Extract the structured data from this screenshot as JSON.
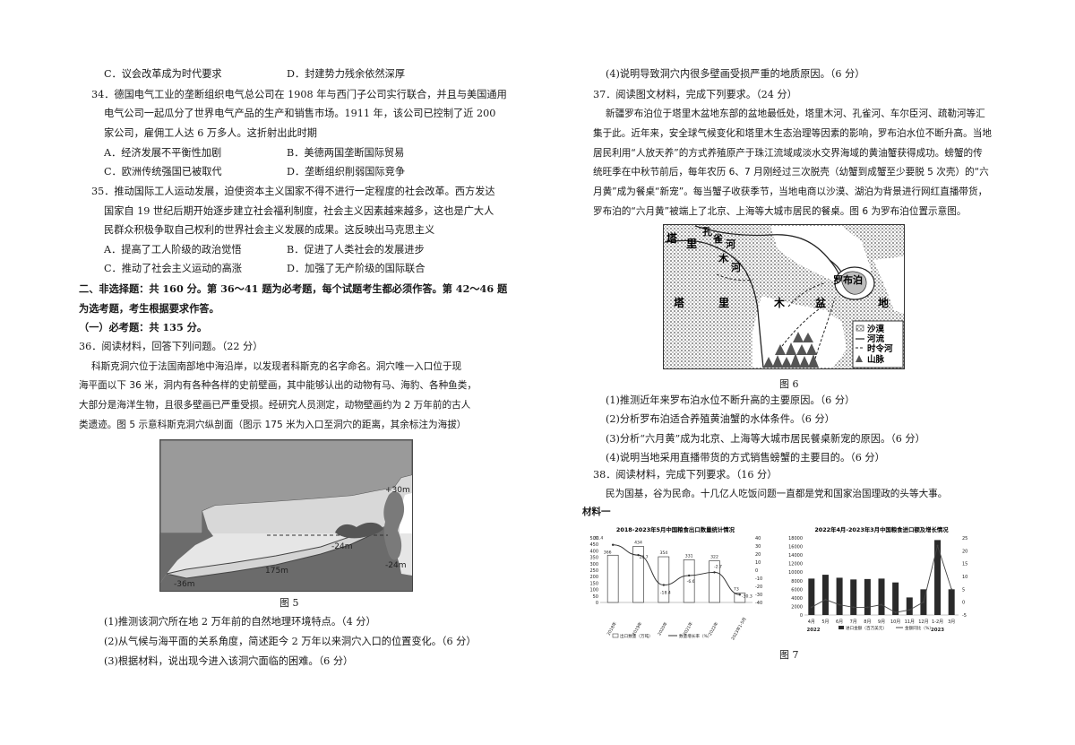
{
  "left": {
    "l1": "C．议会改革成为时代要求",
    "l1b": "D．封建势力残余依然深厚",
    "q34a": "34．德国电气工业的垄断组织电气总公司在 1908 年与西门子公司实行联合，并且与美国通用",
    "q34b": "电气公司一起瓜分了世界电气产品的生产和销售市场。1911 年，该公司已控制了近 200",
    "q34c": "家公司，雇佣工人达 6 万多人。这折射出此时期",
    "q34A": "A．经济发展不平衡性加剧",
    "q34B": "B．美德两国垄断国际贸易",
    "q34C": "C．欧洲传统强国已被取代",
    "q34D": "D．垄断组织削弱国际竞争",
    "q35a": "35．推动国际工人运动发展，迫使资本主义国家不得不进行一定程度的社会改革。西方发达",
    "q35b": "国家自 19 世纪后期开始逐步建立社会福利制度，社会主义因素越来越多，这也是广大人",
    "q35c": "民群众积极争取自己权利的世界社会主义发展的成果。这反映出马克思主义",
    "q35A": "A．提高了工人阶级的政治觉悟",
    "q35B": "B．促进了人类社会的发展进步",
    "q35C": "C．推动了社会主义运动的高涨",
    "q35D": "D．加强了无产阶级的国际联合",
    "sec2a": "二、非选择题：共 160 分。第 36～41 题为必考题，每个试题考生都必须作答。第 42～46 题",
    "sec2b": "为选考题，考生根据要求作答。",
    "sub1": "（一）必考题：共 135 分。",
    "q36": "36．阅读材料，回答下列问题。（22 分）",
    "m36a": "科斯克洞穴位于法国南部地中海沿岸，以发现者科斯克的名字命名。洞穴唯一入口位于现",
    "m36b": "海平面以下 36 米，洞内有各种各样的史前壁画，其中能够认出的动物有马、海豹、各种鱼类，",
    "m36c": "大部分是海洋生物，且很多壁画已严重受损。经研究人员测定，动物壁画约为 2 万年前的古人",
    "m36d": "类遗迹。图 5 示意科斯克洞穴纵剖面（图示 175 米为入口至洞穴的距离，其余标注为海拔）",
    "fig5": "图 5",
    "q36_1": "(1)推测该洞穴所在地 2 万年前的自然地理环境特点。（4 分）",
    "q36_2": "(2)从气候与海平面的关系角度，简述距今 2 万年以来洞穴入口的位置变化。（6 分）",
    "q36_3": "(3)根据材料，说出现今进入该洞穴面临的困难。（6 分）",
    "cave": {
      "p30": "+30m",
      "m24a": "-24m",
      "m24b": "-24m",
      "d175": "175m",
      "m36": "-36m"
    }
  },
  "right": {
    "q36_4": "(4)说明导致洞穴内很多壁画受损严重的地质原因。（6 分）",
    "q37": "37．阅读图文材料，完成下列要求。（24 分）",
    "m37a": "新疆罗布泊位于塔里木盆地东部的盆地最低处，塔里木河、孔雀河、车尔臣河、疏勒河等汇",
    "m37b": "集于此。近年来，安全球气候变化和塔里木生态治理等因素的影响，罗布泊水位不断升高。当地",
    "m37c": "居民利用“人放天养”的方式养殖原产于珠江流域咸淡水交界海域的黄油蟹获得成功。螃蟹的传",
    "m37d": "统旺季在中秋节前后，每年农历 6、7 月刚经过三次脱壳（幼蟹到成蟹至少要脱 5 次壳）的“六",
    "m37e": "月黄”成为餐桌“新宠”。每当蟹子收获季节，当地电商以沙漠、湖泊为背景进行网红直播带货，",
    "m37f": "罗布泊的“六月黄”被端上了北京、上海等大城市居民的餐桌。图 6 为罗布泊位置示意图。",
    "fig6": "图 6",
    "q37_1": "(1)推测近年来罗布泊水位不断升高的主要原因。（6 分）",
    "q37_2": "(2)分析罗布泊适合养殖黄油蟹的水体条件。（6 分）",
    "q37_3": "(3)分析“六月黄”成为北京、上海等大城市居民餐桌新宠的原因。（6 分）",
    "q37_4": "(4)说明当地采用直播带货的方式销售螃蟹的主要目的。（6 分）",
    "q38": "38．阅读材料，完成下列要求。（16 分）",
    "m38": "民为国基，谷为民命。十几亿人吃饭问题一直都是党和国家治国理政的头等大事。",
    "mat1": "材料一",
    "fig7": "图 7",
    "map": {
      "ta": "塔",
      "li": "里",
      "kong": "孔",
      "que": "雀",
      "he": "河",
      "mu": "木",
      "he2": "河",
      "luobu": "罗布泊",
      "ta2": "塔",
      "li2": "里",
      "mu2": "木",
      "pen": "盆",
      "di": "地",
      "leg1": "沙漠",
      "leg2": "河流",
      "leg3": "时令河",
      "leg4": "山脉"
    }
  },
  "chart_data": [
    {
      "type": "bar",
      "title": "2018-2023年5月中国粮食出口数量统计情况",
      "categories": [
        "2018年",
        "2019年",
        "2020年",
        "2021年",
        "2022年",
        "2023年1-5月"
      ],
      "series": [
        {
          "name": "出口数量（万吨）",
          "values": [
            366,
            434,
            354,
            331,
            322,
            73
          ]
        },
        {
          "name": "数量增长率（%）",
          "values": [
            31.4,
            18.7,
            -18.4,
            -6.6,
            -2.7,
            -30.3
          ]
        }
      ],
      "ylim": [
        0,
        500
      ],
      "y2lim": [
        -40,
        40
      ],
      "yticks": [
        "500",
        "450",
        "400",
        "350",
        "300",
        "250",
        "200",
        "150",
        "100",
        "50",
        "0"
      ],
      "y2ticks": [
        "40",
        "30",
        "20",
        "10",
        "0",
        "-10",
        "-20",
        "-30",
        "-40"
      ],
      "labels": [
        "31.4",
        "366",
        "434",
        "18.7",
        "354",
        "-18.4",
        "331",
        "-6.6",
        "322",
        "-2.7",
        "73",
        "-30.3"
      ]
    },
    {
      "type": "bar",
      "title": "2022年4月-2023年3月中国粮食进口额及增长情况",
      "categories": [
        "4月",
        "5月",
        "6月",
        "7月",
        "8月",
        "9月",
        "10月",
        "11月",
        "12月",
        "1-2月",
        "3月"
      ],
      "series": [
        {
          "name": "进口金额（百万美元）",
          "values": [
            8500,
            9400,
            8700,
            8300,
            8400,
            8500,
            7600,
            4100,
            6000,
            17500,
            6000
          ]
        },
        {
          "name": "金额同比（%）",
          "values": [
            -2,
            1,
            -1,
            -2,
            -2,
            -1,
            -4,
            -3,
            0,
            22,
            5
          ]
        }
      ],
      "ylim": [
        0,
        18000
      ],
      "y2lim": [
        -5,
        25
      ],
      "yticks": [
        "18000",
        "16000",
        "14000",
        "12000",
        "10000",
        "8000",
        "6000",
        "4000",
        "2000",
        "0"
      ],
      "y2ticks": [
        "25",
        "20",
        "15",
        "10",
        "5",
        "0",
        "-5"
      ],
      "xgroups": [
        "2022",
        "2023"
      ]
    }
  ]
}
